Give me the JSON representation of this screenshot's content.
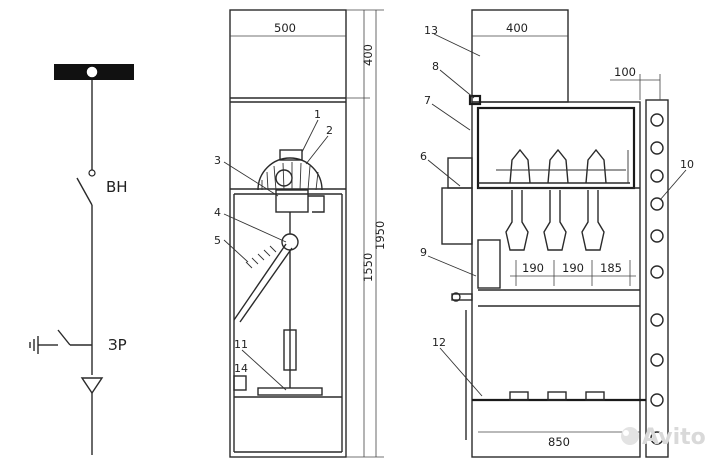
{
  "schematic": {
    "label_disconnector": "ВН",
    "label_earthing": "ЗР"
  },
  "front_view": {
    "dim_top_width": "500",
    "dim_top_height": "400",
    "dim_total_height": "1950",
    "dim_lower_height": "1550",
    "callouts": [
      "1",
      "2",
      "3",
      "4",
      "5",
      "11",
      "14"
    ]
  },
  "side_view": {
    "dim_top_width": "400",
    "dim_right_offset": "100",
    "dim_spacing_1": "190",
    "dim_spacing_2": "190",
    "dim_spacing_3": "185",
    "dim_bottom_width": "850",
    "callouts": [
      "13",
      "8",
      "7",
      "6",
      "10",
      "9",
      "12"
    ]
  },
  "watermark": "Avito"
}
